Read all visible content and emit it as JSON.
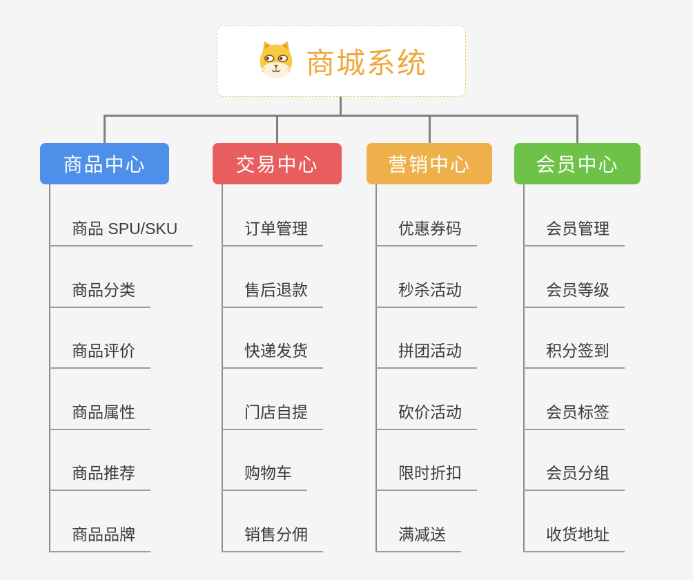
{
  "canvas": {
    "background": "#f5f5f5"
  },
  "root_node": {
    "title": "商城系统",
    "icon": "dog-face-icon",
    "text_color": "#F0A83C",
    "border_color": "#F3C273",
    "background": "#ffffff"
  },
  "connectors": {
    "color": "#7f7f7f",
    "trunk_color": "#8c8c8c",
    "underline_color": "#9c9c9c"
  },
  "branches": [
    {
      "key": "product-center",
      "label": "商品中心",
      "color": "#4E8FE9",
      "items": [
        "商品 SPU/SKU",
        "商品分类",
        "商品评价",
        "商品属性",
        "商品推荐",
        "商品品牌"
      ]
    },
    {
      "key": "trade-center",
      "label": "交易中心",
      "color": "#E85E5E",
      "items": [
        "订单管理",
        "售后退款",
        "快递发货",
        "门店自提",
        "购物车",
        "销售分佣"
      ]
    },
    {
      "key": "marketing-center",
      "label": "营销中心",
      "color": "#EDB04A",
      "items": [
        "优惠券码",
        "秒杀活动",
        "拼团活动",
        "砍价活动",
        "限时折扣",
        "满减送"
      ]
    },
    {
      "key": "member-center",
      "label": "会员中心",
      "color": "#6DC247",
      "items": [
        "会员管理",
        "会员等级",
        "积分签到",
        "会员标签",
        "会员分组",
        "收货地址"
      ]
    }
  ],
  "item_text_color": "#3a3a3a",
  "branch_text_color": "#ffffff"
}
